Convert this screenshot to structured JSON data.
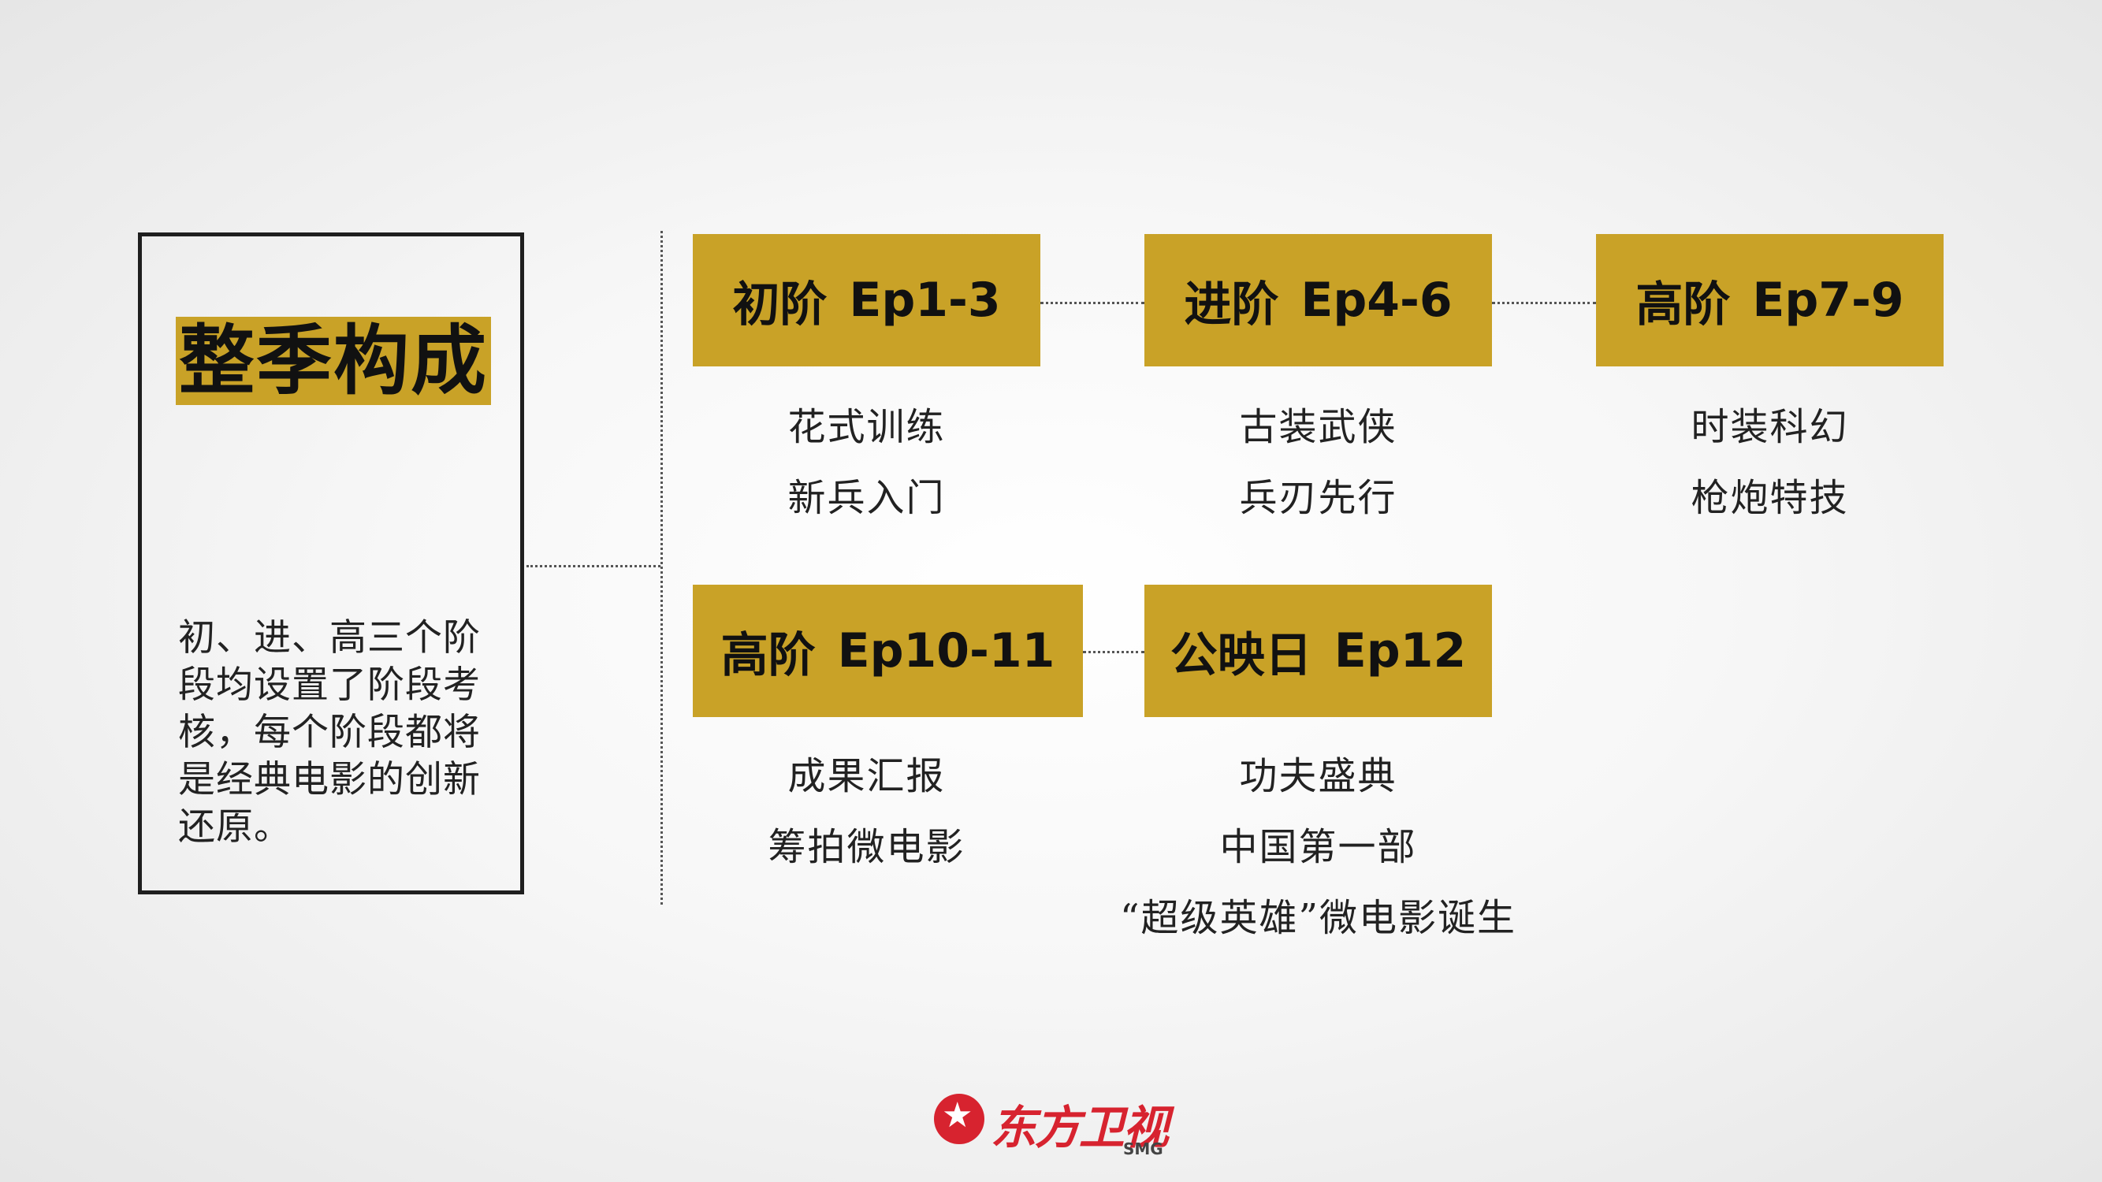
{
  "summary": {
    "title": "整季构成",
    "text": "初、进、高三个阶段均设置了阶段考核，每个阶段都将是经典电影的创新还原。"
  },
  "stages": [
    {
      "name": "初阶",
      "ep": "Ep1-3",
      "lines": [
        "花式训练",
        "新兵入门"
      ]
    },
    {
      "name": "进阶",
      "ep": "Ep4-6",
      "lines": [
        "古装武侠",
        "兵刃先行"
      ]
    },
    {
      "name": "高阶",
      "ep": "Ep7-9",
      "lines": [
        "时装科幻",
        "枪炮特技"
      ]
    },
    {
      "name": "高阶",
      "ep": "Ep10-11",
      "lines": [
        "成果汇报",
        "筹拍微电影"
      ]
    },
    {
      "name": "公映日",
      "ep": "Ep12",
      "lines": [
        "功夫盛典",
        "中国第一部",
        "“超级英雄”微电影诞生"
      ]
    }
  ],
  "logo": {
    "brand": "东方卫视",
    "sub": "SMG",
    "icon": "star-icon",
    "color": "#d7232f"
  },
  "colors": {
    "accent": "#c9a227",
    "border": "#1f1f1f"
  }
}
